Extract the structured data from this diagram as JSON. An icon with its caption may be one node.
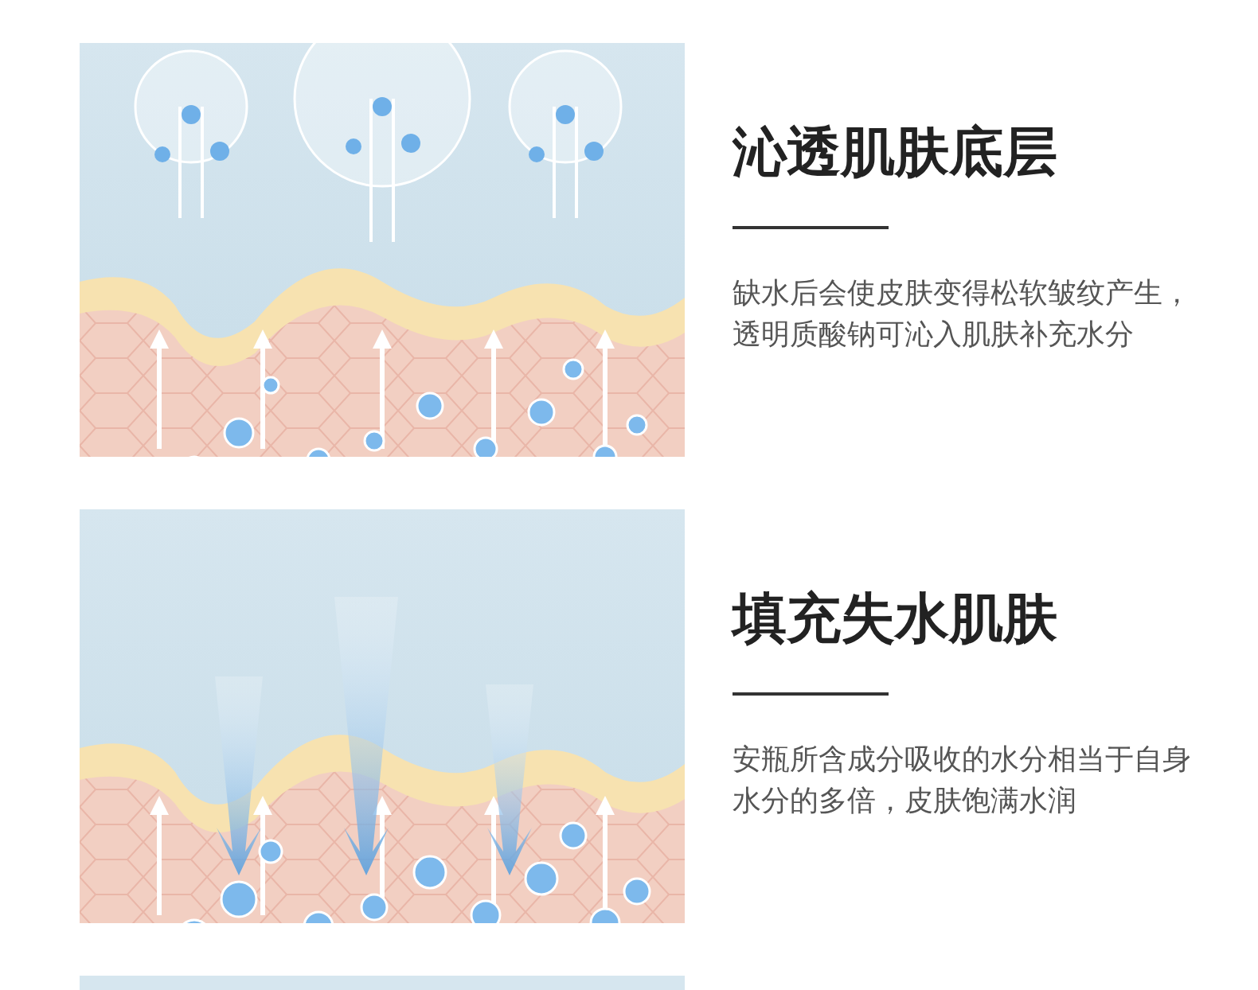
{
  "diagram": {
    "labels": [
      "沁透肌肤底层",
      "缺水后会使皮肤变得松软皱纹产生，透明质酸钠可沁入肌肤补充水分",
      "填充失水肌肤",
      "安瓶所含成分吸收的水分相当于自身水分的多倍，皮肤饱满水润"
    ]
  }
}
